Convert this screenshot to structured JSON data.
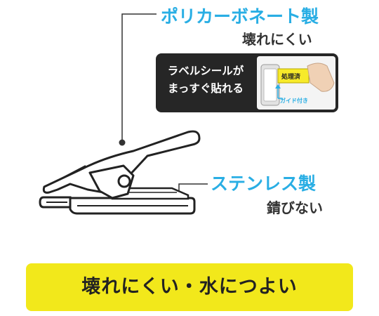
{
  "features": {
    "polycarbonate": {
      "title": "ポリカーボネート製",
      "subtitle": "壊れにくい"
    },
    "stainless": {
      "title": "ステンレス製",
      "subtitle": "錆びない"
    }
  },
  "label_callout": {
    "line1": "ラベルシールが",
    "line2": "まっすぐ貼れる",
    "sticker_text": "処理済",
    "guide_text": "ガイド付き"
  },
  "banner": {
    "text": "壊れにくい・水につよい"
  },
  "colors": {
    "title_blue": "#29aee4",
    "banner_yellow": "#f2e81b",
    "dark": "#262626"
  }
}
